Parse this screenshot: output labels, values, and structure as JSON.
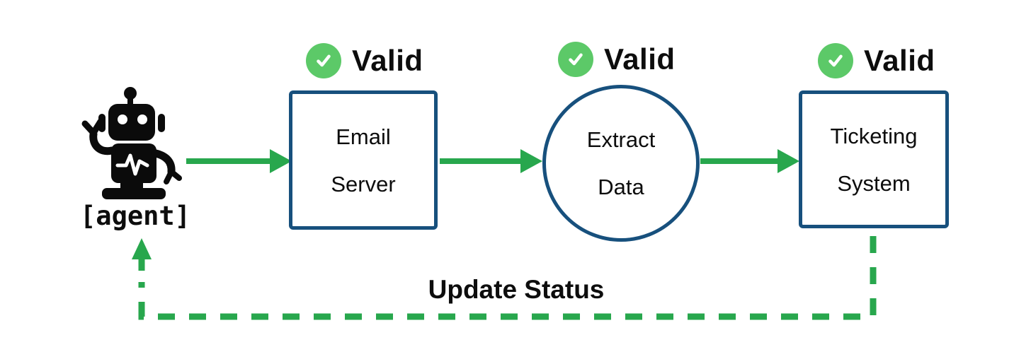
{
  "agent": {
    "label": "[agent]"
  },
  "nodes": [
    {
      "id": "email-server",
      "shape": "rect",
      "line1": "Email",
      "line2": "Server",
      "status": "Valid"
    },
    {
      "id": "extract-data",
      "shape": "circle",
      "line1": "Extract",
      "line2": "Data",
      "status": "Valid"
    },
    {
      "id": "ticketing-system",
      "shape": "rect",
      "line1": "Ticketing",
      "line2": "System",
      "status": "Valid"
    }
  ],
  "feedback": {
    "label": "Update Status"
  },
  "icons": {
    "agent": "robot-icon",
    "status": "check-circle-icon"
  },
  "colors": {
    "arrow_green": "#28A74D",
    "check_green": "#5CC968",
    "node_border_navy": "#17507D",
    "text_black": "#0D0D0D",
    "background": "#FFFFFF"
  }
}
